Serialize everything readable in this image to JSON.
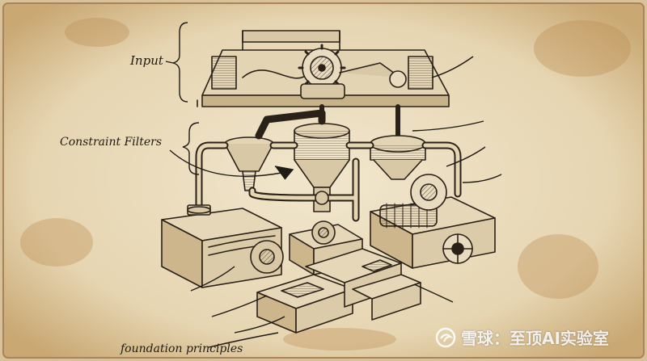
{
  "diagram": {
    "title": "Input / Constraint Filters / foundation principles machine illustration",
    "labels": {
      "input": "Input",
      "constraint_filters": "Constraint Filters",
      "foundation_principles": "foundation principles"
    }
  },
  "watermark": {
    "text": "雪球：至顶AI实验室",
    "logo_icon": "snowball-logo-icon"
  },
  "colors": {
    "paper": "#e9dcc0",
    "ink": "#2a2118",
    "stain": "#b98a4e"
  }
}
